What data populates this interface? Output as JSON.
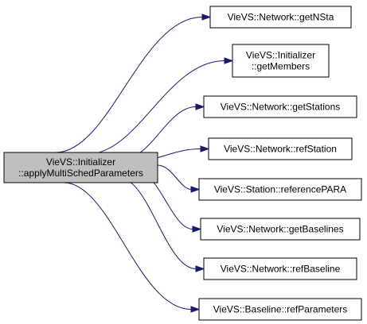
{
  "graph": {
    "colors": {
      "edge": "#191970",
      "source_fill": "#bfbfbf",
      "node_fill": "#ffffff",
      "border": "#000000",
      "text": "#000000"
    },
    "source": {
      "id": "src",
      "lines": [
        "VieVS::Initializer",
        "::applyMultiSchedParameters"
      ]
    },
    "targets": [
      {
        "id": "getNSta",
        "lines": [
          "VieVS::Network::getNSta"
        ]
      },
      {
        "id": "getMembers",
        "lines": [
          "VieVS::Initializer",
          "::getMembers"
        ]
      },
      {
        "id": "getStations",
        "lines": [
          "VieVS::Network::getStations"
        ]
      },
      {
        "id": "refStation",
        "lines": [
          "VieVS::Network::refStation"
        ]
      },
      {
        "id": "referencePARA",
        "lines": [
          "VieVS::Station::referencePARA"
        ]
      },
      {
        "id": "getBaselines",
        "lines": [
          "VieVS::Network::getBaselines"
        ]
      },
      {
        "id": "refBaseline",
        "lines": [
          "VieVS::Network::refBaseline"
        ]
      },
      {
        "id": "refParameters",
        "lines": [
          "VieVS::Baseline::refParameters"
        ]
      }
    ]
  }
}
